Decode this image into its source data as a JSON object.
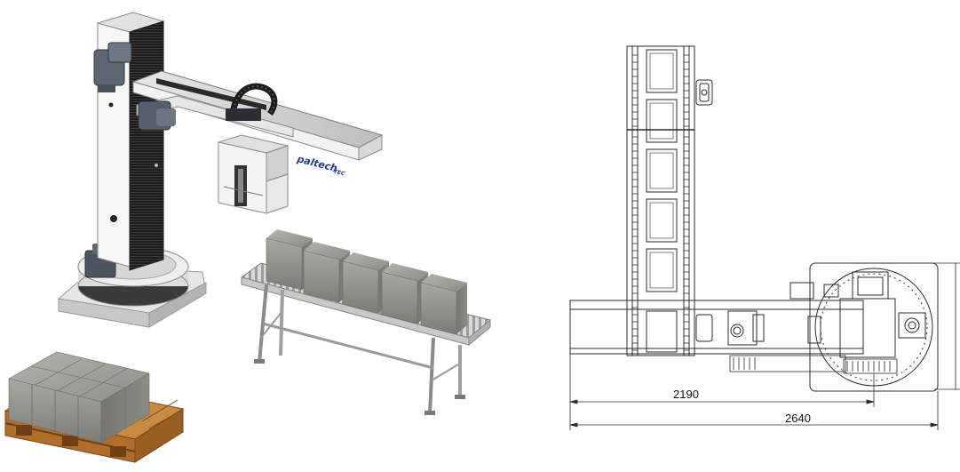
{
  "render": {
    "brand_label": "paltech",
    "brand_suffix": "-TEC"
  },
  "drawing": {
    "dim_short": "2190",
    "dim_long": "2640"
  },
  "colors": {
    "frame_white": "#f4f4f4",
    "frame_black": "#1f1f1f",
    "motor_gray": "#5c6670",
    "box_gray": "#9a9a94",
    "pallet_wood": "#b8742e",
    "brand_blue": "#1d3c8e",
    "line": "#2b2b2b"
  }
}
